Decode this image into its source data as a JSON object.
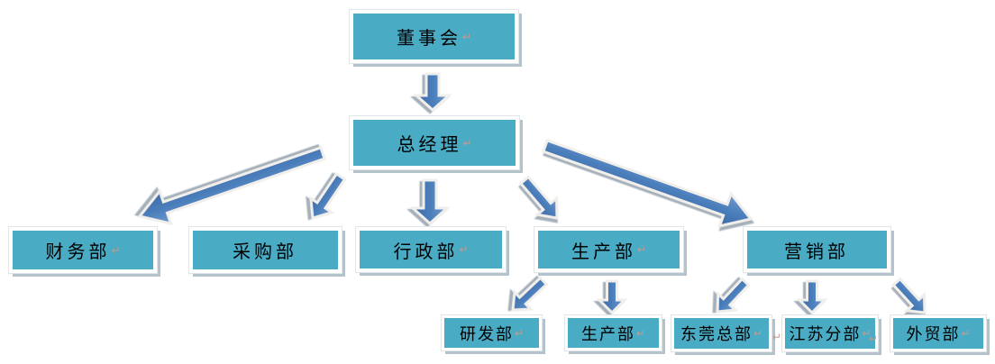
{
  "diagram": {
    "type": "org-chart",
    "nodes": {
      "board": {
        "label": "董事会",
        "return_mark": "↵"
      },
      "gm": {
        "label": "总经理",
        "return_mark": "↵"
      },
      "finance": {
        "label": "财务部",
        "return_mark": "↵"
      },
      "purchasing": {
        "label": "采购部",
        "return_mark": ""
      },
      "admin": {
        "label": "行政部",
        "return_mark": "↵"
      },
      "production": {
        "label": "生产部",
        "return_mark": "↵"
      },
      "marketing": {
        "label": "营销部",
        "return_mark": ""
      },
      "rnd": {
        "label": "研发部",
        "return_mark": "↵"
      },
      "production2": {
        "label": "生产部",
        "return_mark": "↵"
      },
      "dongguan": {
        "label": "东莞总部",
        "return_mark": "↵"
      },
      "jiangsu": {
        "label": "江苏分部",
        "return_mark": "↵"
      },
      "trade": {
        "label": "外贸部",
        "return_mark": "↵"
      }
    },
    "stray_marks": {
      "mark1": "↵",
      "mark2": "↵"
    },
    "edges": [
      {
        "from": "董事会",
        "to": "总经理"
      },
      {
        "from": "总经理",
        "to": "财务部"
      },
      {
        "from": "总经理",
        "to": "采购部"
      },
      {
        "from": "总经理",
        "to": "行政部"
      },
      {
        "from": "总经理",
        "to": "生产部"
      },
      {
        "from": "总经理",
        "to": "营销部"
      },
      {
        "from": "生产部",
        "to": "研发部"
      },
      {
        "from": "生产部",
        "to": "生产部"
      },
      {
        "from": "营销部",
        "to": "东莞总部"
      },
      {
        "from": "营销部",
        "to": "江苏分部"
      },
      {
        "from": "营销部",
        "to": "外贸部"
      }
    ],
    "colors": {
      "node_fill": "#4AABC5",
      "node_border": "#FFFFFF",
      "node_shadow": "#B4C2CB",
      "arrow_fill": "#4A7EBB",
      "arrow_outline": "#F1EFEB",
      "arrow_shadow": "#96A3AE",
      "text": "#000000",
      "return_mark_color": "#C4998F"
    }
  }
}
